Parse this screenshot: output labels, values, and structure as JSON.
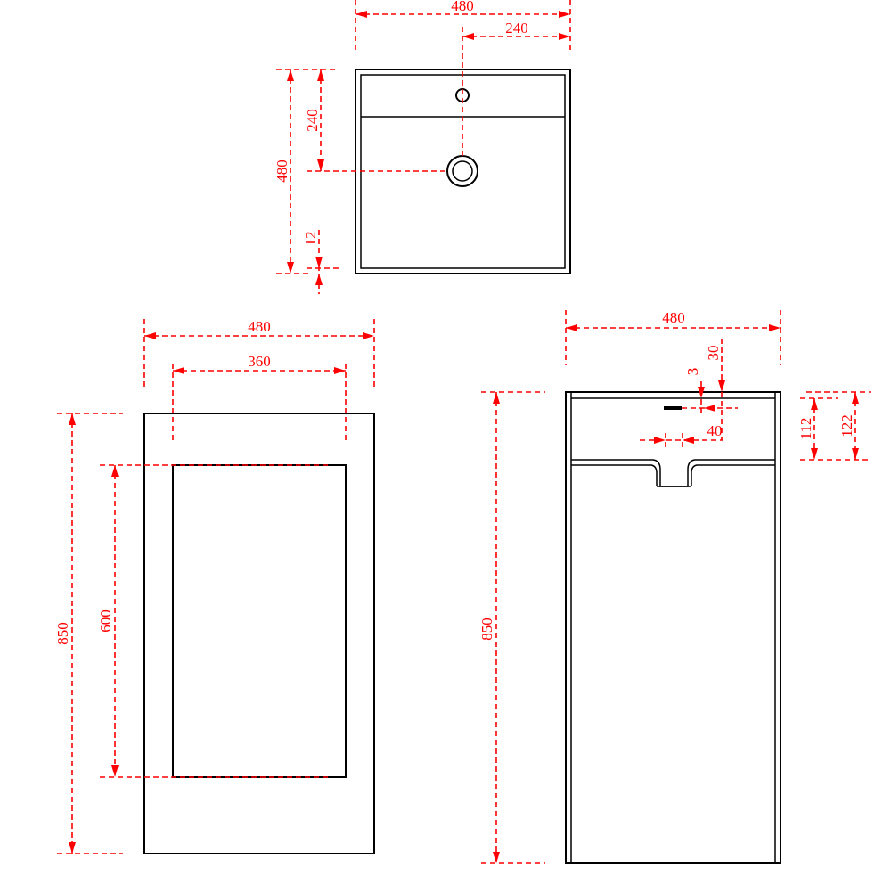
{
  "colors": {
    "outline": "#000000",
    "dimension": "#ff0000",
    "background": "#ffffff"
  },
  "top_view": {
    "width_480": "480",
    "half_width_240": "240",
    "drain_offset_240": "240",
    "depth_480": "480",
    "wall_12": "12"
  },
  "front_view": {
    "width_480": "480",
    "inner_width_360": "360",
    "height_850": "850",
    "panel_height_600": "600"
  },
  "side_view": {
    "width_480": "480",
    "dim_30": "30",
    "dim_3": "3",
    "dim_40": "40",
    "height_850": "850",
    "basin_depth_112": "112",
    "basin_depth_122": "122"
  }
}
